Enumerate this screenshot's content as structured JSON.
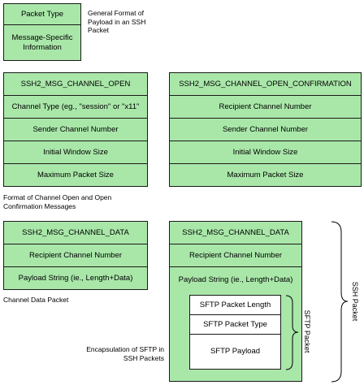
{
  "general": {
    "cells": [
      "Packet Type",
      "Message-Specific Information"
    ],
    "caption": "General Format of Payload in an SSH Packet"
  },
  "open": {
    "cells": [
      "SSH2_MSG_CHANNEL_OPEN",
      "Channel Type (eg., \"session\" or \"x11\"",
      "Sender Channel Number",
      "Initial Window Size",
      "Maximum Packet Size"
    ]
  },
  "open_confirm": {
    "cells": [
      "SSH2_MSG_CHANNEL_OPEN_CONFIRMATION",
      "Recipient Channel Number",
      "Sender Channel Number",
      "Initial Window Size",
      "Maximum Packet Size"
    ]
  },
  "open_caption": "Format of Channel Open and Open Confirmation Messages",
  "data_left": {
    "cells": [
      "SSH2_MSG_CHANNEL_DATA",
      "Recipient Channel Number",
      "Payload String (ie., Length+Data)"
    ],
    "caption": "Channel Data Packet"
  },
  "data_right": {
    "cells": [
      "SSH2_MSG_CHANNEL_DATA",
      "Recipient Channel Number",
      "Payload String (ie., Length+Data)"
    ]
  },
  "sftp": {
    "cells": [
      "SFTP Packet Length",
      "SFTP Packet Type",
      "SFTP Payload"
    ],
    "caption": "Encapsulation of SFTP in SSH Packets",
    "brace_label": "SFTP Packet"
  },
  "ssh_brace_label": "SSH Packet"
}
